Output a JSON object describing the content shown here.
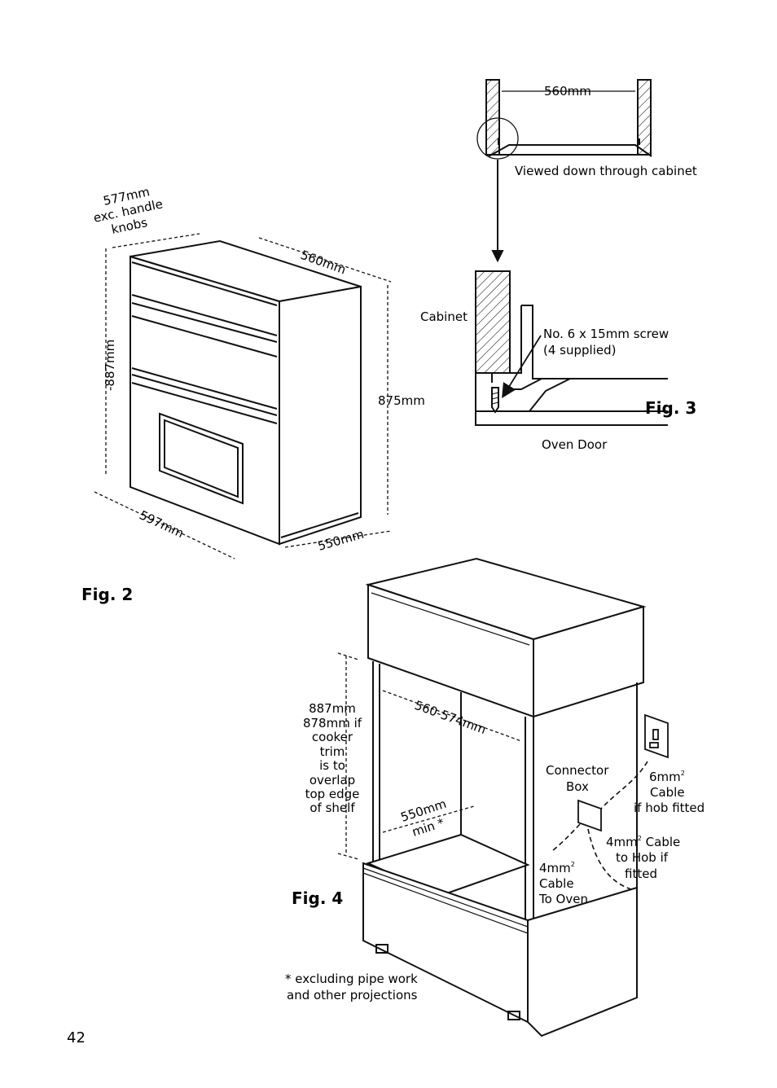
{
  "page_number": "42",
  "fig2": {
    "title": "Fig. 2",
    "dim_depth_handles_l1": "577mm",
    "dim_depth_handles_l2": "exc. handle",
    "dim_depth_handles_l3": "knobs",
    "dim_width_top": "560mm",
    "dim_height_left": "-887mm",
    "dim_height_right": "875mm",
    "dim_width_bottom": "597mm",
    "dim_depth_bottom": "550mm"
  },
  "fig3": {
    "title": "Fig. 3",
    "dim_width": "560mm",
    "caption_top": "Viewed down through cabinet",
    "label_cabinet": "Cabinet",
    "label_screw_l1": "No. 6 x 15mm screw",
    "label_screw_l2": "(4 supplied)",
    "label_oven_door": "Oven Door"
  },
  "fig4": {
    "title": "Fig. 4",
    "height_note": [
      "887mm",
      "878mm if",
      "cooker",
      "trim",
      "is to",
      "overlap",
      "top edge",
      "of shelf"
    ],
    "dim_width": "560-574mm",
    "dim_depth_l1": "550mm",
    "dim_depth_l2": "min *",
    "label_connector_l1": "Connector",
    "label_connector_l2": "Box",
    "label_cable6_l1": "6mm",
    "label_cable6_sup": "2",
    "label_cable6_l2": "Cable",
    "label_cable6_l3": "if hob fitted",
    "label_cable4hob_l1a": "4mm",
    "label_cable4hob_sup": "2",
    "label_cable4hob_l1b": "Cable",
    "label_cable4hob_l2": "to Hob if",
    "label_cable4hob_l3": "fitted",
    "label_cable4oven_l1": "4mm",
    "label_cable4oven_sup": "2",
    "label_cable4oven_l2": "Cable",
    "label_cable4oven_l3": "To Oven",
    "footnote_l1": "* excluding pipe work",
    "footnote_l2": "and other projections"
  }
}
